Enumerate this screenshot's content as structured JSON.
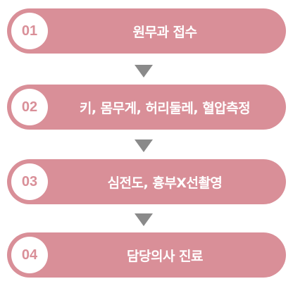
{
  "colors": {
    "step_fill": "#d98f98",
    "number_text": "#d98f98",
    "arrow": "#8a8a8a",
    "label_text": "#ffffff"
  },
  "steps": [
    {
      "number": "01",
      "label": "원무과 접수"
    },
    {
      "number": "02",
      "label": "키, 몸무게, 허리둘레, 혈압측정"
    },
    {
      "number": "03",
      "label": "심전도, 흉부X선촬영"
    },
    {
      "number": "04",
      "label": "담당의사 진료"
    }
  ],
  "connector_icon": "down-triangle-arrow-icon"
}
